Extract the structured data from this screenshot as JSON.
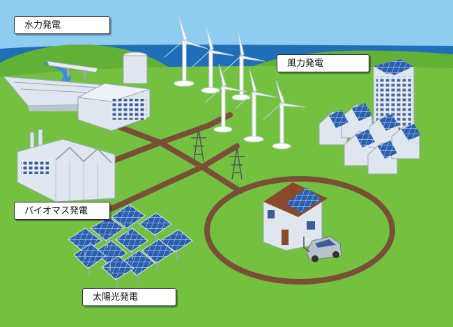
{
  "labels": {
    "hydro": "水力発電",
    "wind": "風力発電",
    "biomass": "バイオマス発電",
    "solar": "太陽光発電"
  },
  "colors": {
    "sky": "#8ecdf0",
    "sea": "#1f6fb8",
    "grass": "#74c142",
    "grass_dark": "#5aa334",
    "road": "#7a4f38",
    "panel": "#2a5fb0",
    "building": "#dfe6ee"
  }
}
